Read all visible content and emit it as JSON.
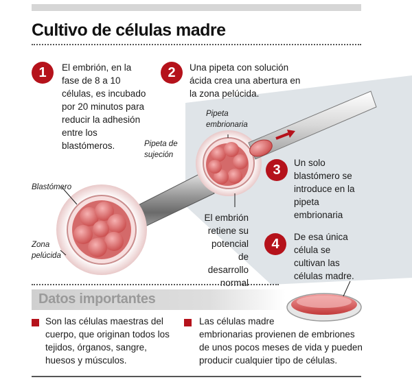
{
  "title": "Cultivo de células madre",
  "steps": [
    {
      "number": "1",
      "text": "El embrión, en la\nfase de 8 a 10\ncélulas, es incubado\npor 20 minutos para\nreducir la adhesión\nentre los\nblastómeros."
    },
    {
      "number": "2",
      "text": "Una pipeta con solución\nácida crea una abertura en\nla zona pelúcida."
    },
    {
      "number": "3",
      "text": "Un solo\nblastómero se\nintroduce en la\npipeta\nembrionaria"
    },
    {
      "number": "4",
      "text": "De esa única\ncélula se\ncultivan las\ncélulas madre."
    }
  ],
  "labels": {
    "pipeta_sujecion": "Pipeta de\nsujeción",
    "pipeta_embrionaria": "Pipeta\nembrionaria",
    "blastomero": "Blastómero",
    "zona_pelucida": "Zona\npelúcida",
    "potencial": "El embrión\nretiene su\npotencial de\ndesarrollo\nnormal"
  },
  "datos": {
    "heading": "Datos importantes",
    "items": [
      "Son las células maestras del\ncuerpo, que originan todos los\ntejidos, órganos, sangre,\nhuesos y músculos.",
      "Las células madre\nembrionarias provienen de embriones\nde unos pocos meses de vida y pueden\nproducir cualquier tipo de células."
    ]
  },
  "colors": {
    "accent": "#b5121b",
    "cell": "#e07e7e",
    "panel": "#dfe4e8"
  }
}
